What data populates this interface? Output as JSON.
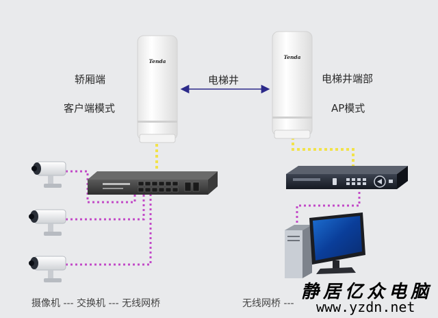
{
  "left_unit": {
    "line1": "轿厢端",
    "line2": "客户端模式",
    "device_brand": "Tenda"
  },
  "right_unit": {
    "line1": "电梯井端部",
    "line2": "AP模式",
    "device_brand": "Tenda"
  },
  "link_label": "电梯井",
  "bottom_left_caption": "摄像机 --- 交换机 --- 无线网桥",
  "bottom_right_caption": "无线网桥 ---",
  "watermark": {
    "text": "静居亿众电脑",
    "url": "www.yzdn.net"
  },
  "colors": {
    "poe_link": "#f2e24a",
    "lan_link": "#c249c7",
    "arrow": "#2c2a8a"
  }
}
